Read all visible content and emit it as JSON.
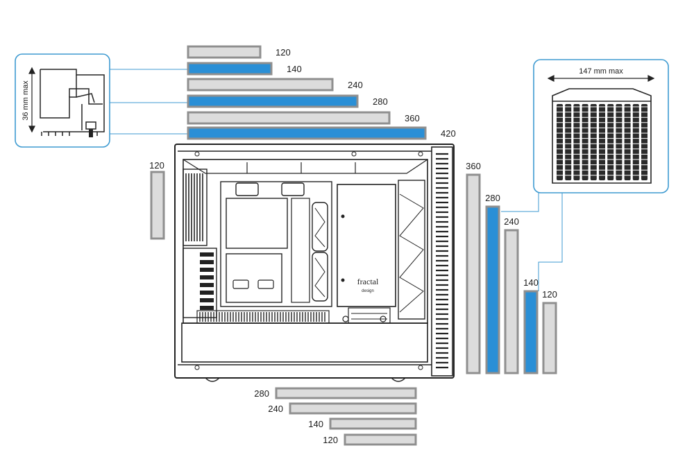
{
  "colors": {
    "gray_fill": "#dcdcdc",
    "gray_stroke": "#8f8f8f",
    "blue_fill": "#2a8fd6",
    "callout_border": "#3d9ad1",
    "line": "#222222"
  },
  "radiators": {
    "top": [
      "120",
      "140",
      "240",
      "280",
      "360",
      "420"
    ],
    "front_left": [
      "120"
    ],
    "front": [
      "360",
      "280",
      "240",
      "140",
      "120"
    ],
    "bottom": [
      "280",
      "240",
      "140",
      "120"
    ]
  },
  "callouts": {
    "thickness": "36 mm max",
    "width": "147 mm max"
  },
  "case": {
    "brand_line1": "fractal",
    "brand_line2": "design"
  }
}
